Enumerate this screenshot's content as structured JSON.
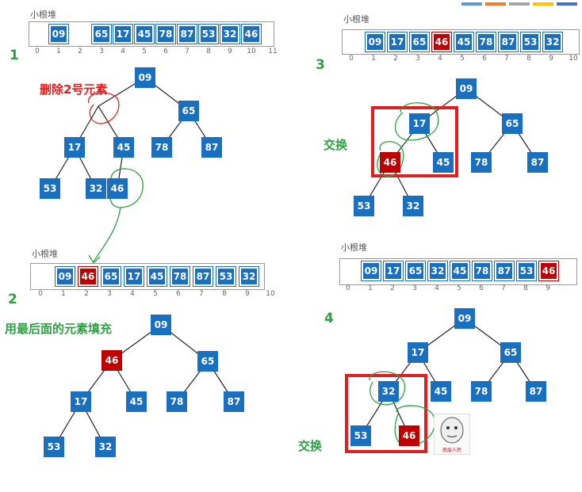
{
  "array_label": "小根堆",
  "indices": [
    "0",
    "1",
    "2",
    "3",
    "4",
    "5",
    "6",
    "7",
    "8",
    "9",
    "10",
    "11"
  ],
  "step_numbers": [
    "1",
    "2",
    "3",
    "4"
  ],
  "notes": {
    "delete": "删除2号元素",
    "fill": "用最后面的元素填充",
    "swap": "交换"
  },
  "meme_caption": "底层人民",
  "colors": {
    "node_blue": "#1a6fbe",
    "node_red": "#c00000",
    "highlight_box": "#e02020",
    "annotation_green": "#2ea043"
  },
  "panels": [
    {
      "id": "step1",
      "array": [
        {
          "v": "",
          "empty": true
        },
        {
          "v": "09"
        },
        {
          "v": ""
        },
        {
          "v": "65"
        },
        {
          "v": "17"
        },
        {
          "v": "45"
        },
        {
          "v": "78"
        },
        {
          "v": "87"
        },
        {
          "v": "53"
        },
        {
          "v": "32"
        },
        {
          "v": "46"
        }
      ],
      "nodes": [
        {
          "id": "a",
          "v": "09"
        },
        {
          "id": "b",
          "v": "",
          "deleted": true
        },
        {
          "id": "c",
          "v": "65"
        },
        {
          "id": "d",
          "v": "17"
        },
        {
          "id": "e",
          "v": "45"
        },
        {
          "id": "f",
          "v": "78"
        },
        {
          "id": "g",
          "v": "87"
        },
        {
          "id": "h",
          "v": "53"
        },
        {
          "id": "i",
          "v": "32"
        },
        {
          "id": "j",
          "v": "46"
        }
      ]
    },
    {
      "id": "step2",
      "array": [
        {
          "v": "",
          "empty": true
        },
        {
          "v": "09"
        },
        {
          "v": "46",
          "red": true
        },
        {
          "v": "65"
        },
        {
          "v": "17"
        },
        {
          "v": "45"
        },
        {
          "v": "78"
        },
        {
          "v": "87"
        },
        {
          "v": "53"
        },
        {
          "v": "32"
        }
      ],
      "nodes": [
        {
          "id": "a",
          "v": "09"
        },
        {
          "id": "b",
          "v": "46",
          "red": true
        },
        {
          "id": "c",
          "v": "65"
        },
        {
          "id": "d",
          "v": "17"
        },
        {
          "id": "e",
          "v": "45"
        },
        {
          "id": "f",
          "v": "78"
        },
        {
          "id": "g",
          "v": "87"
        },
        {
          "id": "h",
          "v": "53"
        },
        {
          "id": "i",
          "v": "32"
        }
      ]
    },
    {
      "id": "step3",
      "array": [
        {
          "v": "",
          "empty": true
        },
        {
          "v": "09"
        },
        {
          "v": "17"
        },
        {
          "v": "65"
        },
        {
          "v": "46",
          "red": true
        },
        {
          "v": "45"
        },
        {
          "v": "78"
        },
        {
          "v": "87"
        },
        {
          "v": "53"
        },
        {
          "v": "32"
        }
      ],
      "nodes": [
        {
          "id": "a",
          "v": "09"
        },
        {
          "id": "b",
          "v": "17"
        },
        {
          "id": "c",
          "v": "65"
        },
        {
          "id": "d",
          "v": "46",
          "red": true
        },
        {
          "id": "e",
          "v": "45"
        },
        {
          "id": "f",
          "v": "78"
        },
        {
          "id": "g",
          "v": "87"
        },
        {
          "id": "h",
          "v": "53"
        },
        {
          "id": "i",
          "v": "32"
        }
      ]
    },
    {
      "id": "step4",
      "array": [
        {
          "v": "",
          "empty": true
        },
        {
          "v": "09"
        },
        {
          "v": "17"
        },
        {
          "v": "65"
        },
        {
          "v": "32"
        },
        {
          "v": "45"
        },
        {
          "v": "78"
        },
        {
          "v": "87"
        },
        {
          "v": "53"
        },
        {
          "v": "46",
          "red": true
        }
      ],
      "nodes": [
        {
          "id": "a",
          "v": "09"
        },
        {
          "id": "b",
          "v": "17"
        },
        {
          "id": "c",
          "v": "65"
        },
        {
          "id": "d",
          "v": "32"
        },
        {
          "id": "e",
          "v": "45"
        },
        {
          "id": "f",
          "v": "78"
        },
        {
          "id": "g",
          "v": "87"
        },
        {
          "id": "h",
          "v": "53"
        },
        {
          "id": "i",
          "v": "46",
          "red": true
        }
      ]
    }
  ]
}
